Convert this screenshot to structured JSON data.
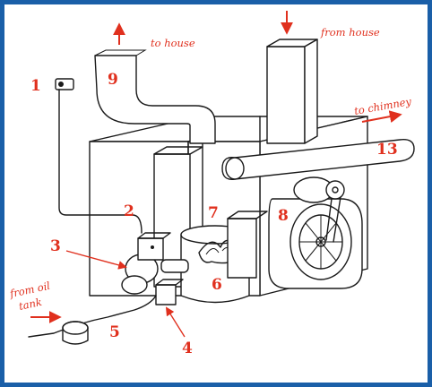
{
  "colors": {
    "frame": "#1a5fa8",
    "label": "#e0301e",
    "ink": "#1a1a1a"
  },
  "captions": {
    "to_house": "to house",
    "from_house": "from house",
    "to_chimney": "to chimney",
    "from_oil_line1": "from oil",
    "from_oil_line2": "tank"
  },
  "labels": {
    "l1": "1",
    "l2": "2",
    "l3": "3",
    "l4": "4",
    "l5": "5",
    "l6": "6",
    "l7": "7",
    "l8": "8",
    "l9": "9",
    "l13": "13"
  }
}
